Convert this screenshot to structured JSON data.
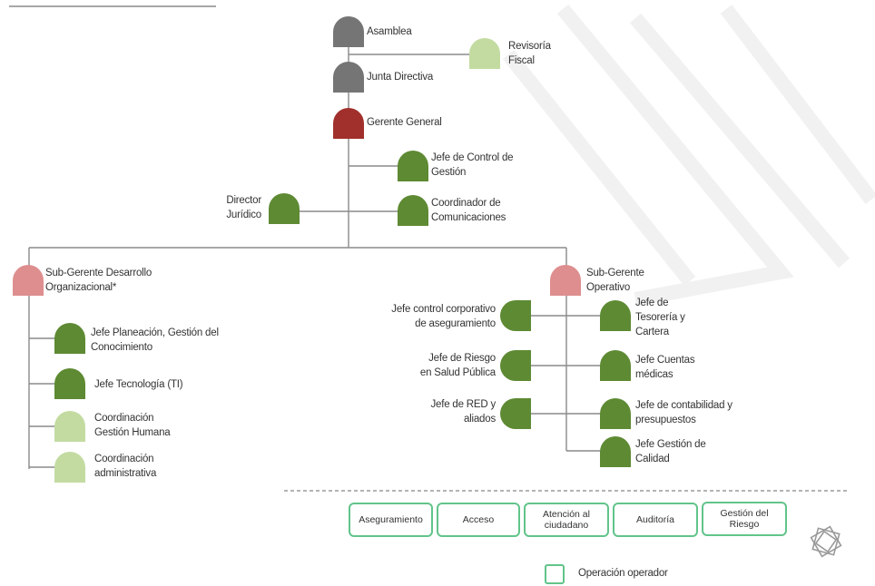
{
  "org": {
    "asamblea": "Asamblea",
    "revisoria": "Revisoría\nFiscal",
    "junta": "Junta Directiva",
    "gerente": "Gerente General",
    "jefe_control_gestion": "Jefe de Control de\nGestión",
    "director_juridico": "Director\nJurídico",
    "coord_comunicaciones": "Coordinador de\nComunicaciones",
    "subgerente_do": "Sub-Gerente Desarrollo\nOrganizacional*",
    "subgerente_op": "Sub-Gerente\nOperativo",
    "jefe_planeacion": "Jefe Planeación, Gestión del\nConocimiento",
    "jefe_tecnologia": "Jefe Tecnología (TI)",
    "coord_gestion_humana": "Coordinación\nGestión Humana",
    "coord_administrativa": "Coordinación\nadministrativa",
    "jefe_control_corporativo": "Jefe control corporativo\nde aseguramiento",
    "jefe_riesgo_salud": "Jefe de Riesgo\nen Salud Pública",
    "jefe_red": "Jefe de RED y\naliados",
    "jefe_tesoreria": "Jefe de\nTesorería y\nCartera",
    "jefe_cuentas": "Jefe Cuentas\nmédicas",
    "jefe_contabilidad": "Jefe de contabilidad y\npresupuestos",
    "jefe_calidad": "Jefe Gestión de\nCalidad"
  },
  "processes": [
    "Aseguramiento",
    "Acceso",
    "Atención al\nciudadano",
    "Auditoría",
    "Gestión del\nRiesgo"
  ],
  "legend": {
    "label": "Operación operador"
  },
  "colors": {
    "gray": "#757575",
    "red": "#a1302c",
    "dark_green": "#5e8a33",
    "light_green": "#c3dba1",
    "pink": "#de8e8e",
    "process_border": "#62c48a"
  },
  "icons": {
    "logo": "interlocking-squares-logo"
  }
}
